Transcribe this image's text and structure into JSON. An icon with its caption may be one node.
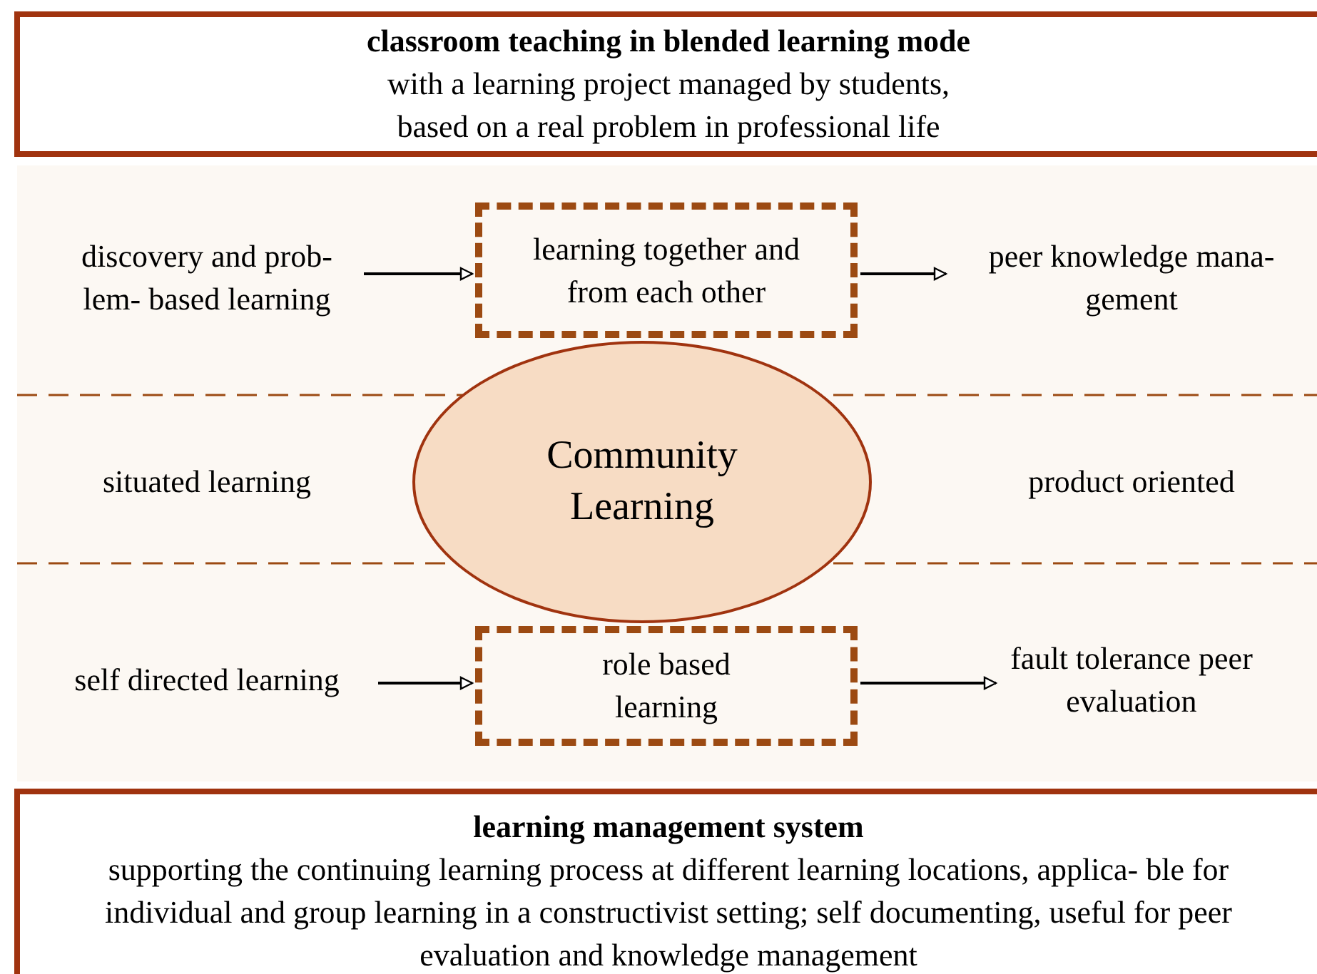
{
  "diagram": {
    "nodes": [
      {
        "text": [
          "classroom teaching in blended learning mode",
          "with a learning project managed by students, based on a real problem in professional life"
        ]
      },
      {
        "text": [
          "discovery and prob- lem- based learning"
        ]
      },
      {
        "text": [
          "learning together and from each other"
        ]
      },
      {
        "text": [
          "peer knowledge mana- gement"
        ]
      },
      {
        "text": [
          "situated learning"
        ]
      },
      {
        "text": [
          "Community Learning"
        ]
      },
      {
        "text": [
          "product oriented"
        ]
      },
      {
        "text": [
          "self directed learning"
        ]
      },
      {
        "text": [
          "role based learning"
        ]
      },
      {
        "text": [
          "fault tolerance peer evaluation"
        ]
      },
      {
        "text": [
          "learning management system",
          "supporting the continuing learning process at different learning locations, applica- ble for individual and group learning in a constructivist setting; self documenting, useful for peer evaluation and knowledge management"
        ]
      }
    ],
    "edges": [
      {
        "from": 1,
        "to": 2,
        "arrow": "to"
      },
      {
        "from": 2,
        "to": 3,
        "arrow": "to"
      },
      {
        "from": 7,
        "to": 8,
        "arrow": "to"
      },
      {
        "from": 8,
        "to": 9,
        "arrow": "to"
      }
    ]
  }
}
